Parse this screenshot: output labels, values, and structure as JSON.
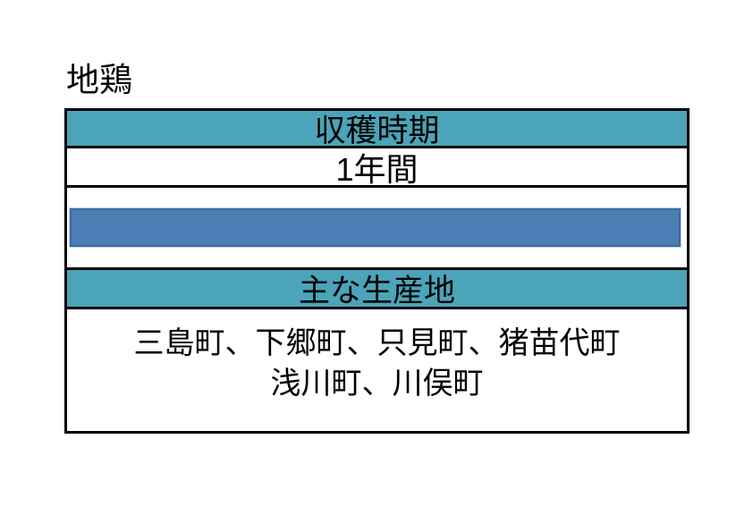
{
  "page": {
    "title": "地鶏"
  },
  "card": {
    "harvest_header": "収穫時期",
    "harvest_value": "1年間",
    "producers_header": "主な生産地",
    "producers_lines": [
      "三島町、下郷町、只見町、猪苗代町",
      "浅川町、川俣町"
    ]
  },
  "colors": {
    "header_bg": "#4BA4B9",
    "bar_fill": "#4A7EB5",
    "bar_border_dark": "#3E6B9F",
    "bar_border_light": "#C7CFDF",
    "table_border": "#000000"
  },
  "chart_data": {
    "type": "bar",
    "title": "地鶏",
    "orientation": "horizontal",
    "series": [
      {
        "name": "収穫時期",
        "label": "1年間",
        "start": 0,
        "end": 12,
        "unit": "month",
        "color": "#4A7EB5"
      }
    ],
    "xlim": [
      0,
      12
    ],
    "grid": false,
    "legend_position": "none",
    "annotations": [
      "収穫時期: 1年間 (バーは行全幅 = 通年を示す)",
      "主な生産地: 三島町、下郷町、只見町、猪苗代町、浅川町、川俣町"
    ]
  }
}
